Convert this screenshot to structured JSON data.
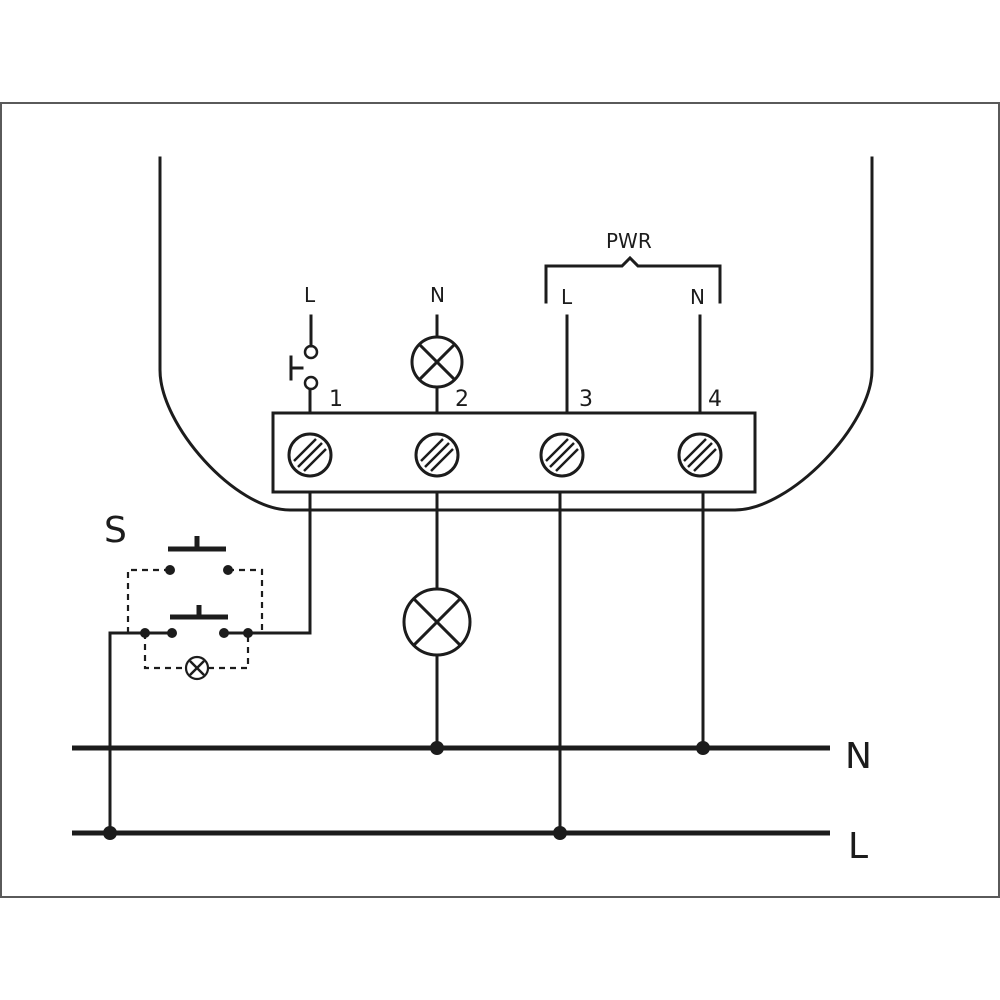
{
  "labels": {
    "supply_label": "PWR",
    "supply_live": "L",
    "supply_neutral": "N",
    "button_live": "L",
    "lamp_neutral": "N",
    "switch_label": "S",
    "bus_neutral": "N",
    "bus_live": "L"
  },
  "terminals": [
    "1",
    "2",
    "3",
    "4"
  ],
  "colors": {
    "line": "#1c1c1c",
    "frame": "#5a5a5a",
    "background": "#ffffff"
  }
}
